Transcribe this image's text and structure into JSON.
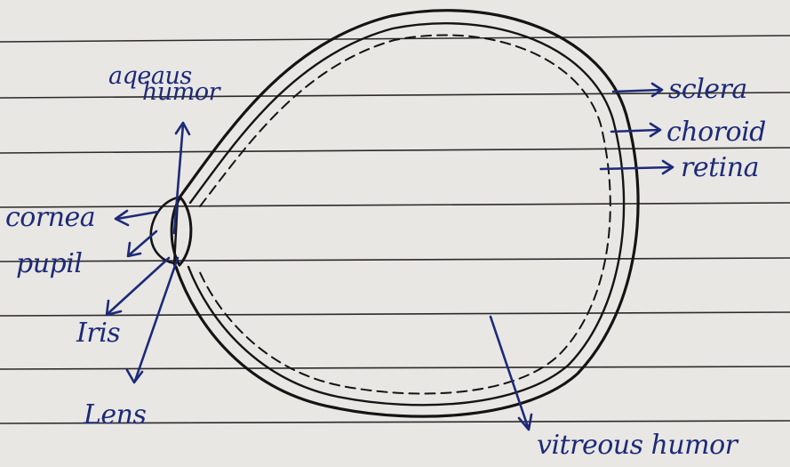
{
  "colors": {
    "paper": "#e9e7e4",
    "rule_line": "#2b2b2b",
    "ink": "#1d2a78",
    "pencil": "#141414"
  },
  "labels": {
    "aqueous_humor_line1": "aqeaus",
    "aqueous_humor_line2": "humor",
    "cornea": "cornea",
    "pupil": "pupil",
    "iris": "Iris",
    "lens": "Lens",
    "sclera": "sclera",
    "choroid": "choroid",
    "retina": "retina",
    "vitreous_humor": "vitreous humor"
  }
}
